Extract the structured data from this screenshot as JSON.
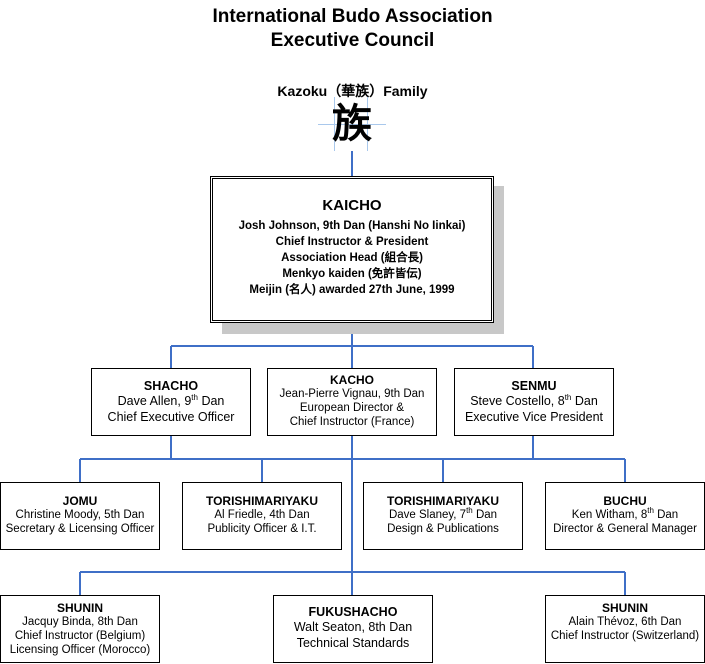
{
  "header": {
    "title_line1": "International Budo Association",
    "title_line2": "Executive Council",
    "family_label": "Kazoku（華族）Family",
    "kanji": "族"
  },
  "kaicho": {
    "title": "KAICHO",
    "lines": [
      "Josh Johnson, 9th Dan (Hanshi No Iinkai)",
      "Chief Instructor & President",
      "Association Head (組合長)",
      "Menkyo kaiden (免許皆伝)",
      "Meijin (名人) awarded 27th June, 1999"
    ]
  },
  "shacho": {
    "title": "SHACHO",
    "name": "Dave Allen, 9",
    "name_sup": "th",
    "name_suffix": " Dan",
    "role": "Chief Executive Officer"
  },
  "kacho": {
    "title": "KACHO",
    "lines": [
      "Jean-Pierre Vignau, 9th Dan",
      "European Director &",
      "Chief Instructor (France)"
    ]
  },
  "senmu": {
    "title": "SENMU",
    "name": "Steve Costello, 8",
    "name_sup": "th",
    "name_suffix": " Dan",
    "role": "Executive Vice President"
  },
  "jomu": {
    "title": "JOMU",
    "lines": [
      "Christine Moody, 5th Dan",
      "Secretary & Licensing Officer"
    ]
  },
  "torishimariyaku1": {
    "title": "TORISHIMARIYAKU",
    "lines": [
      "Al Friedle, 4th Dan",
      "Publicity Officer & I.T."
    ]
  },
  "torishimariyaku2": {
    "title": "TORISHIMARIYAKU",
    "name": "Dave Slaney, 7",
    "name_sup": "th",
    "name_suffix": " Dan",
    "role": "Design & Publications"
  },
  "buchu": {
    "title": "BUCHU",
    "name": "Ken Witham, 8",
    "name_sup": "th",
    "name_suffix": " Dan",
    "role": "Director & General Manager"
  },
  "shunin1": {
    "title": "SHUNIN",
    "lines": [
      "Jacquy Binda, 8th Dan",
      "Chief Instructor (Belgium)",
      "Licensing Officer (Morocco)"
    ]
  },
  "fukushacho": {
    "title": "FUKUSHACHO",
    "lines": [
      "Walt Seaton, 8th Dan",
      "Technical Standards"
    ]
  },
  "shunin2": {
    "title": "SHUNIN",
    "lines": [
      "Alain Thévoz, 6th Dan",
      "Chief Instructor (Switzerland)"
    ]
  },
  "colors": {
    "connector": "#3f6fc7",
    "shadow": "#c8c8c8"
  }
}
